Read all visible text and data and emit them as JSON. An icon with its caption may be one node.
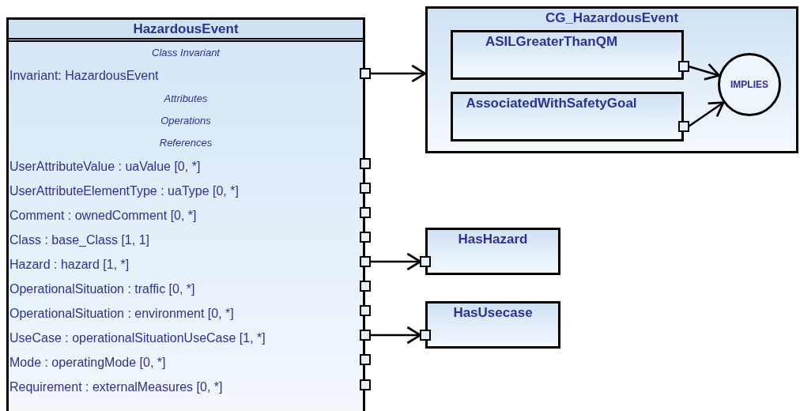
{
  "diagram": {
    "nodes": [
      {
        "text": [
          "HazardousEvent",
          "Class Invariant",
          "Invariant: HazardousEvent",
          "Attributes",
          "Operations",
          "References",
          "UserAttributeValue : uaValue [0, *]",
          "UserAttributeElementType : uaType [0, *]",
          "Comment : ownedComment [0, *]",
          "Class : base_Class [1, 1]",
          "Hazard : hazard [1, *]",
          "OperationalSituation : traffic [0, *]",
          "OperationalSituation : environment [0, *]",
          "UseCase : operationalSituationUseCase [1, *]",
          "Mode : operatingMode [0, *]",
          "Requirement : externalMeasures [0, *]"
        ]
      },
      {
        "text": [
          "CG_HazardousEvent"
        ]
      },
      {
        "text": [
          "ASILGreaterThanQM"
        ],
        "in": 1
      },
      {
        "text": [
          "AssociatedWithSafetyGoal"
        ],
        "in": 1
      },
      {
        "text": [
          "IMPLIES"
        ],
        "in": 1
      },
      {
        "text": [
          "HasHazard"
        ]
      },
      {
        "text": [
          "HasUsecase"
        ]
      }
    ],
    "edges": [
      {
        "from": 0,
        "to": 1,
        "arrow": "to"
      },
      {
        "from": 2,
        "to": 4,
        "arrow": "to"
      },
      {
        "from": 3,
        "to": 4,
        "arrow": "to"
      },
      {
        "from": 0,
        "to": 5,
        "arrow": "to"
      },
      {
        "from": 0,
        "to": 6,
        "arrow": "to"
      }
    ]
  }
}
